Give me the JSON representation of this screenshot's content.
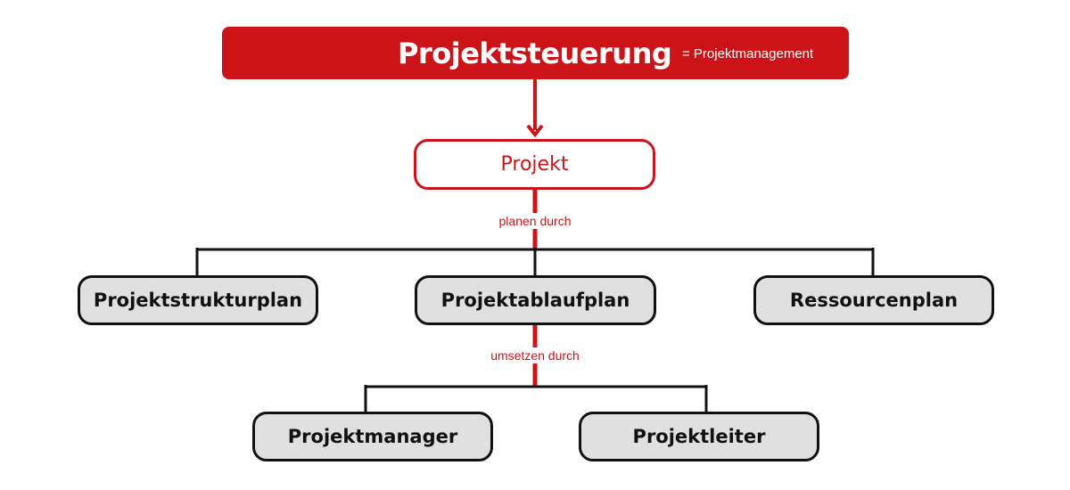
{
  "header": {
    "title": "Projektsteuerung",
    "subtitle": "= Projektmanagement"
  },
  "root": {
    "label": "Projekt"
  },
  "relations": {
    "plan": "planen durch",
    "implement": "umsetzen durch"
  },
  "plans": [
    {
      "label": "Projektstrukturplan"
    },
    {
      "label": "Projektablaufplan"
    },
    {
      "label": "Ressourcenplan"
    }
  ],
  "roles": [
    {
      "label": "Projektmanager"
    },
    {
      "label": "Projektleiter"
    }
  ],
  "colors": {
    "accent": "#cc1418",
    "node_fill": "#e0e0e0",
    "node_border": "#111111",
    "connector": "#111111"
  }
}
